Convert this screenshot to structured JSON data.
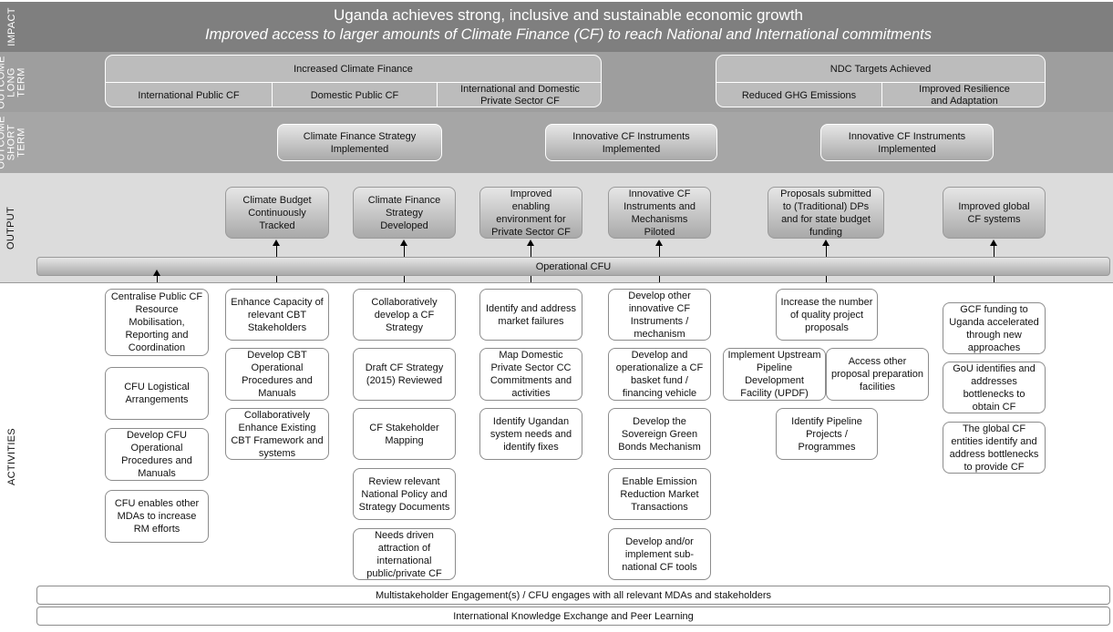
{
  "impact": {
    "label": "IMPACT",
    "line1": "Uganda achieves strong, inclusive and sustainable economic growth",
    "line2": "Improved access to larger amounts of Climate Finance (CF) to reach National and International commitments"
  },
  "outcome_long": {
    "label": "OUTCOME\nLONG\nTERM",
    "group1": {
      "title": "Increased Climate Finance",
      "items": [
        "International Public CF",
        "Domestic Public CF",
        "International and Domestic\nPrivate Sector CF"
      ]
    },
    "group2": {
      "title": "NDC Targets Achieved",
      "items": [
        "Reduced GHG Emissions",
        "Improved Resilience\nand Adaptation"
      ]
    }
  },
  "outcome_short": {
    "label": "OUTCOME\nSHORT\nTERM",
    "items": [
      "Climate Finance Strategy\nImplemented",
      "Innovative CF Instruments\nImplemented",
      "Innovative CF Instruments\nImplemented"
    ]
  },
  "output": {
    "label": "OUTPUT",
    "items": [
      "Climate Budget\nContinuously\nTracked",
      "Climate Finance\nStrategy\nDeveloped",
      "Improved\nenabling\nenvironment for\nPrivate Sector CF",
      "Innovative CF\nInstruments and\nMechanisms\nPiloted",
      "Proposals submitted\nto (Traditional) DPs\nand for state budget\nfunding",
      "Improved global\nCF systems"
    ],
    "operational": "Operational CFU"
  },
  "activities": {
    "label": "ACTIVITIES",
    "col1": [
      "Centralise Public CF\nResource\nMobilisation,\nReporting and\nCoordination",
      "CFU Logistical\nArrangements",
      "Develop CFU\nOperational\nProcedures and\nManuals",
      "CFU enables other\nMDAs to increase\nRM efforts"
    ],
    "col2": [
      "Enhance Capacity of\nrelevant CBT\nStakeholders",
      "Develop CBT\nOperational\nProcedures and\nManuals",
      "Collaboratively\nEnhance Existing\nCBT Framework and\nsystems"
    ],
    "col3": [
      "Collaboratively\ndevelop a CF\nStrategy",
      "Draft CF Strategy\n(2015) Reviewed",
      "CF Stakeholder\nMapping",
      "Review relevant\nNational Policy and\nStrategy Documents",
      "Needs driven\nattraction of\ninternational\npublic/private CF"
    ],
    "col4": [
      "Identify and address\nmarket failures",
      "Map Domestic\nPrivate Sector CC\nCommitments and\nactivities",
      "Identify Ugandan\nsystem needs and\nidentify fixes"
    ],
    "col5": [
      "Develop other\ninnovative CF\nInstruments /\nmechanism",
      "Develop and\noperationalize a CF\nbasket fund /\nfinancing vehicle",
      "Develop the\nSovereign Green\nBonds Mechanism",
      "Enable Emission\nReduction Market\nTransactions",
      "Develop and/or\nimplement sub-\nnational CF tools"
    ],
    "col6": [
      "Increase the number\nof quality project\nproposals",
      "Implement Upstream\nPipeline\nDevelopment\nFacility (UPDF)",
      "Access other\nproposal preparation\nfacilities",
      "Identify Pipeline\nProjects /\nProgrammes"
    ],
    "col7": [
      "GCF funding to\nUganda accelerated\nthrough new\napproaches",
      "GoU identifies and\naddresses\nbottlenecks to\nobtain CF",
      "The global CF\nentities identify and\naddress bottlenecks\nto provide CF"
    ],
    "bar1": "Multistakeholder Engagement(s) / CFU engages with all relevant MDAs and stakeholders",
    "bar2": "International Knowledge Exchange and Peer Learning"
  }
}
